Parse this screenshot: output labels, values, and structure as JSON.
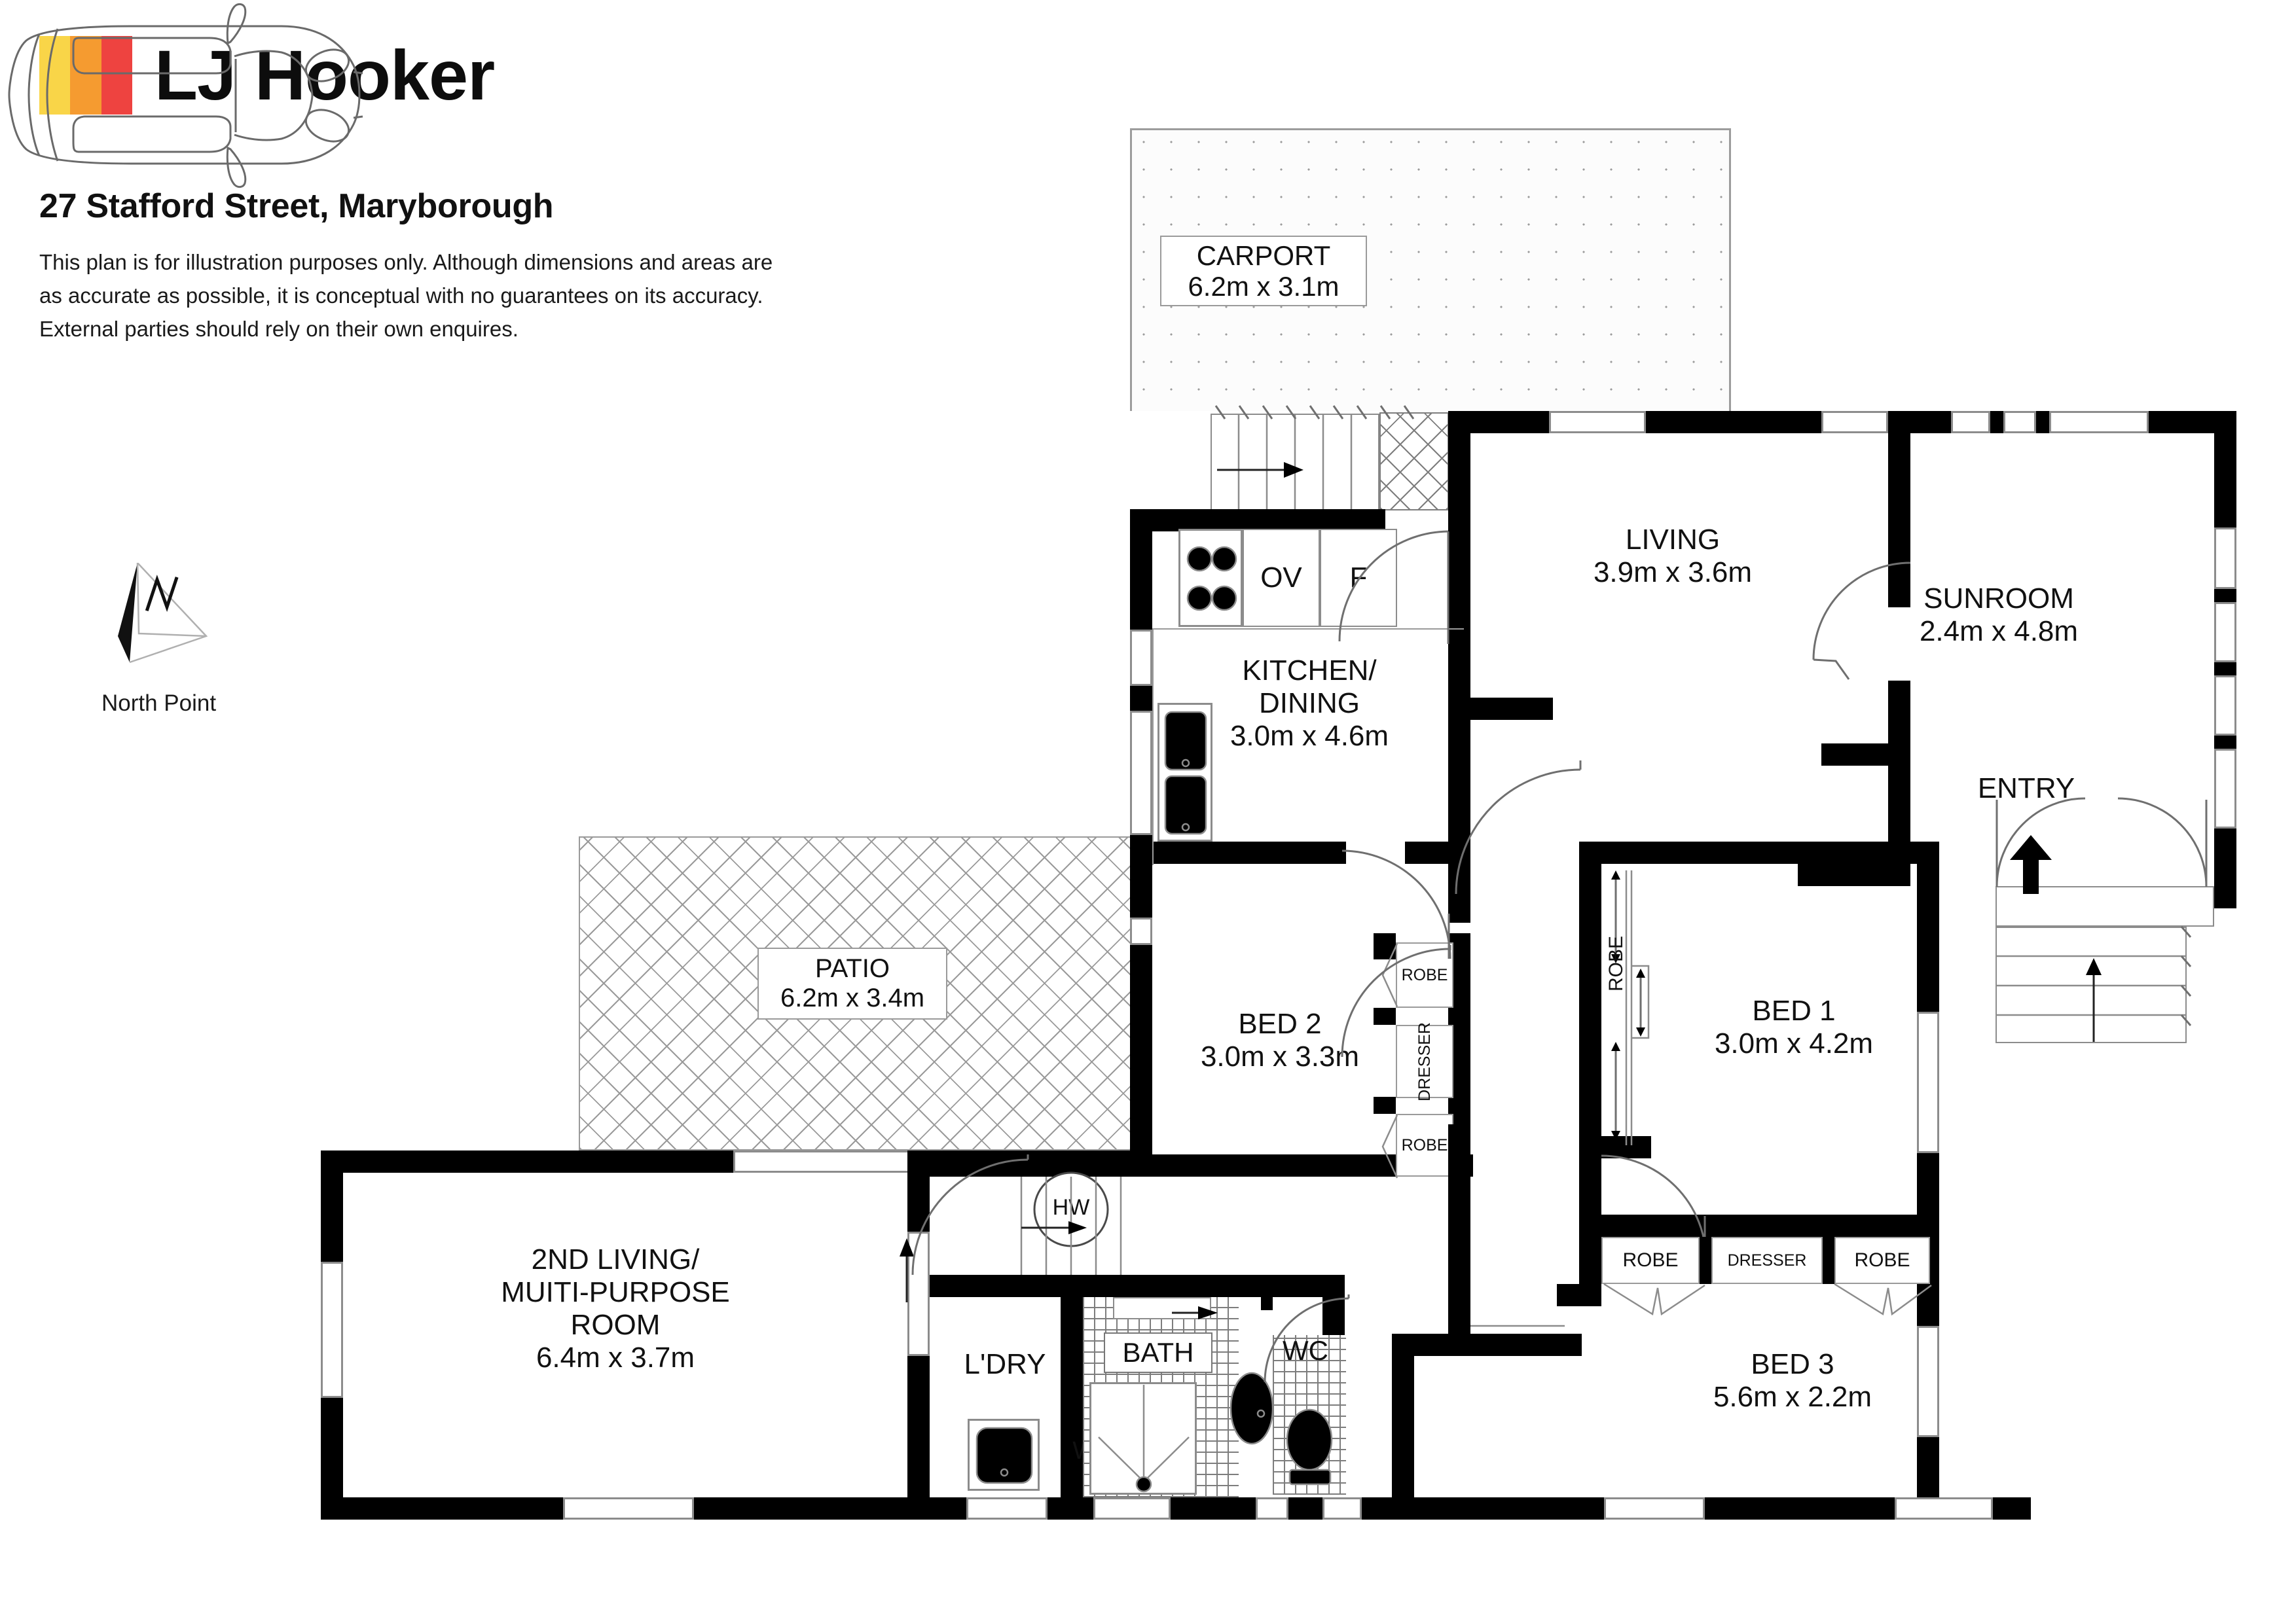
{
  "brand": {
    "name": "LJ Hooker",
    "bar_colors": [
      "#F9D548",
      "#F59B30",
      "#EE4340"
    ]
  },
  "header": {
    "address": "27 Stafford Street, Maryborough",
    "disclaimer_lines": [
      "This plan is for illustration purposes only.  Although dimensions and areas are",
      "as accurate as possible, it is conceptual with no guarantees on its accuracy.",
      "External parties should rely on their own enquires."
    ]
  },
  "north": {
    "label": "North Point",
    "letter": "N"
  },
  "rooms": {
    "carport": {
      "name": "CARPORT",
      "dims": "6.2m x 3.1m"
    },
    "kitchen": {
      "name_line1": "KITCHEN/",
      "name_line2": "DINING",
      "dims": "3.0m x 4.6m"
    },
    "living": {
      "name": "LIVING",
      "dims": "3.9m x 3.6m"
    },
    "sunroom": {
      "name": "SUNROOM",
      "dims": "2.4m x 4.8m"
    },
    "entry": {
      "name": "ENTRY"
    },
    "patio": {
      "name": "PATIO",
      "dims": "6.2m x 3.4m"
    },
    "bed1": {
      "name": "BED 1",
      "dims": "3.0m x 4.2m"
    },
    "bed2": {
      "name": "BED 2",
      "dims": "3.0m x 3.3m"
    },
    "bed3": {
      "name": "BED 3",
      "dims": "5.6m x 2.2m"
    },
    "second_living": {
      "name_line1": "2ND LIVING/",
      "name_line2": "MUITI-PURPOSE",
      "name_line3": "ROOM",
      "dims": "6.4m x 3.7m"
    },
    "laundry": {
      "name": "L'DRY"
    },
    "bath": {
      "name": "BATH"
    },
    "wc": {
      "name": "WC"
    }
  },
  "fixtures": {
    "cooktop": "",
    "oven": "OV",
    "fridge": "F",
    "hot_water": "HW",
    "washing_machine": "WM",
    "bed1_robe": "ROBE",
    "bed2_robe_top": "ROBE",
    "bed2_dresser": "DRESSER",
    "bed2_robe_bottom": "ROBE",
    "bed3_robe_left": "ROBE",
    "bed3_dresser": "DRESSER",
    "bed3_robe_right": "ROBE"
  }
}
